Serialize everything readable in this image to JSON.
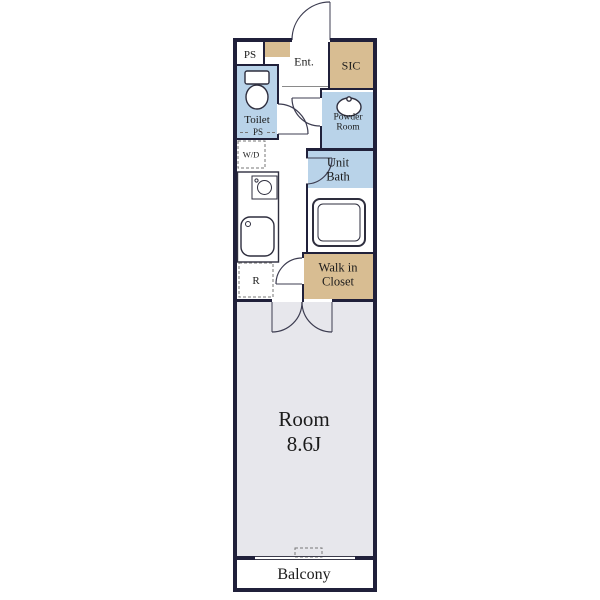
{
  "colors": {
    "wall": "#20203a",
    "blue": "#b9d3e9",
    "tan": "#d8bd92",
    "roomGray": "#e7e7ec",
    "line": "#3c3c50"
  },
  "labels": {
    "ps_top": "PS",
    "entrance": "Ent.",
    "sic": "SIC",
    "toilet": "Toilet",
    "ps_mid": "PS",
    "washer_dryer": "W/D",
    "powder_line1": "Powder",
    "powder_line2": "Room",
    "unit_bath_line1": "Unit",
    "unit_bath_line2": "Bath",
    "fridge": "R",
    "wic_line1": "Walk in",
    "wic_line2": "Closet",
    "room_line1": "Room",
    "room_line2": "8.6J",
    "balcony": "Balcony"
  }
}
